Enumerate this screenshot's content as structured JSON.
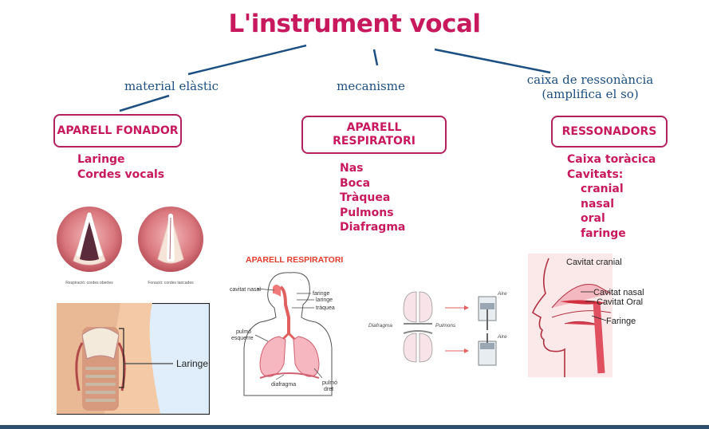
{
  "title": "L'instrument vocal",
  "branches": [
    {
      "label": "material elàstic"
    },
    {
      "label": "mecanisme"
    },
    {
      "label_line1": "caixa de ressonància",
      "label_line2": "(amplifica el so)"
    }
  ],
  "boxes": {
    "fonador": "APARELL FONADOR",
    "respiratori_line1": "APARELL",
    "respiratori_line2": "RESPIRATORI",
    "ressonadors": "RESSONADORS"
  },
  "lists": {
    "fonador": [
      "Laringe",
      "Cordes vocals"
    ],
    "respiratori": [
      "Nas",
      "Boca",
      "Tràquea",
      "Pulmons",
      "Diafragma"
    ],
    "ressonadors": {
      "top": [
        "Caixa toràcica",
        "Cavitats:"
      ],
      "sub": [
        "cranial",
        "nasal",
        "oral",
        "faringe"
      ]
    }
  },
  "images": {
    "vocal_cords": {
      "caption_left": "Respiració: cordes obertes",
      "caption_right": "Fonació: cordes tancades"
    },
    "larynx": {
      "label": "Laringe"
    },
    "respiratory": {
      "title": "APARELL RESPIRATORI",
      "labels": {
        "cavitat_nasal": "cavitat nasal",
        "faringe": "faringe",
        "laringe": "laringe",
        "traquea": "tràquea",
        "pulmo_esquerre_1": "pulmó",
        "pulmo_esquerre_2": "esquerre",
        "pulmo_dret_1": "pulmó",
        "pulmo_dret_2": "dret",
        "diafragma": "diafragma"
      }
    },
    "lungs_piston": {
      "diafragma": "Diafragma",
      "pulmons": "Pulmons",
      "aire_top": "Aire",
      "aire_bottom": "Aire"
    },
    "head": {
      "cavitat_cranial": "Cavitat cranial",
      "cavitat_nasal": "Cavitat nasal",
      "cavitat_oral": "Cavitat Oral",
      "faringe": "Faringe"
    }
  },
  "colors": {
    "accent": "#c8195e",
    "branch_text": "#1c4f82",
    "connector": "#1c4f82",
    "box_border": "#b3205e"
  }
}
